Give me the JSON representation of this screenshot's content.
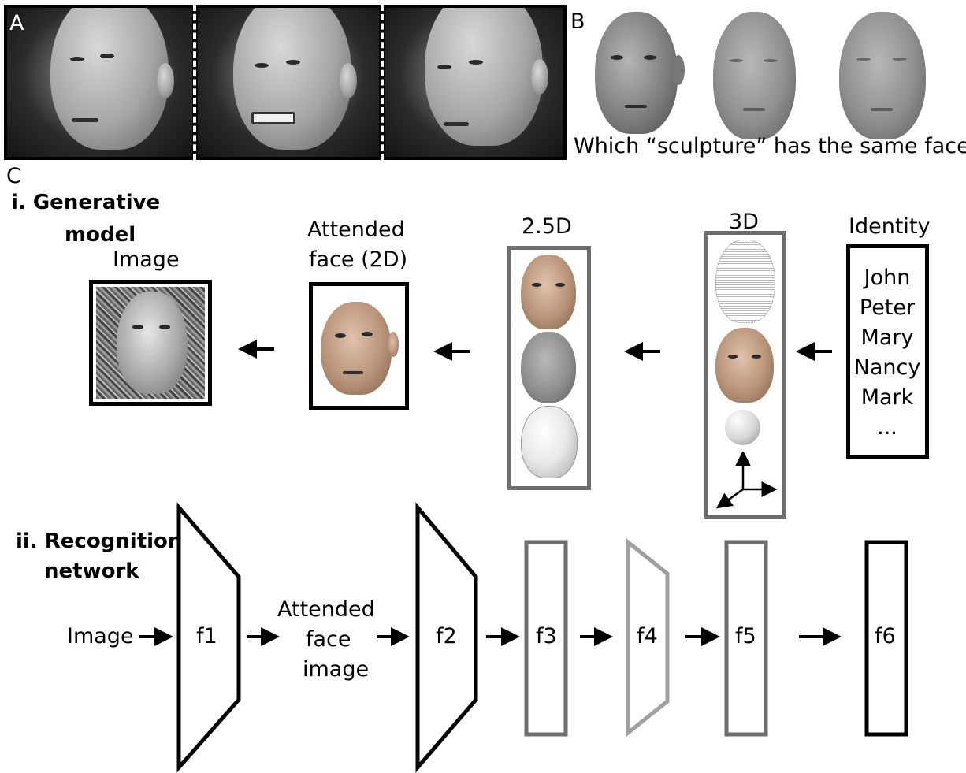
{
  "panel_a": {
    "letter": "A"
  },
  "panel_b": {
    "letter": "B",
    "question": "Which “sculpture” has the same face?"
  },
  "panel_c": {
    "letter": "C",
    "generative": {
      "title_line1": "i. Generative",
      "title_line2": "model",
      "image_label": "Image",
      "attended_line1": "Attended",
      "attended_line2": "face (2D)",
      "label_25d": "2.5D",
      "label_3d": "3D",
      "identity_label": "Identity",
      "names": [
        "John",
        "Peter",
        "Mary",
        "Nancy",
        "Mark",
        "..."
      ]
    },
    "recognition": {
      "title_line1": "ii. Recognition",
      "title_line2": "network",
      "input_label": "Image",
      "mid_line1": "Attended",
      "mid_line2": "face",
      "mid_line3": "image",
      "stages": [
        "f1",
        "f2",
        "f3",
        "f4",
        "f5",
        "f6"
      ]
    }
  },
  "colors": {
    "black": "#000000",
    "dark_gray": "#6e6e6e",
    "light_gray": "#a0a0a0"
  }
}
